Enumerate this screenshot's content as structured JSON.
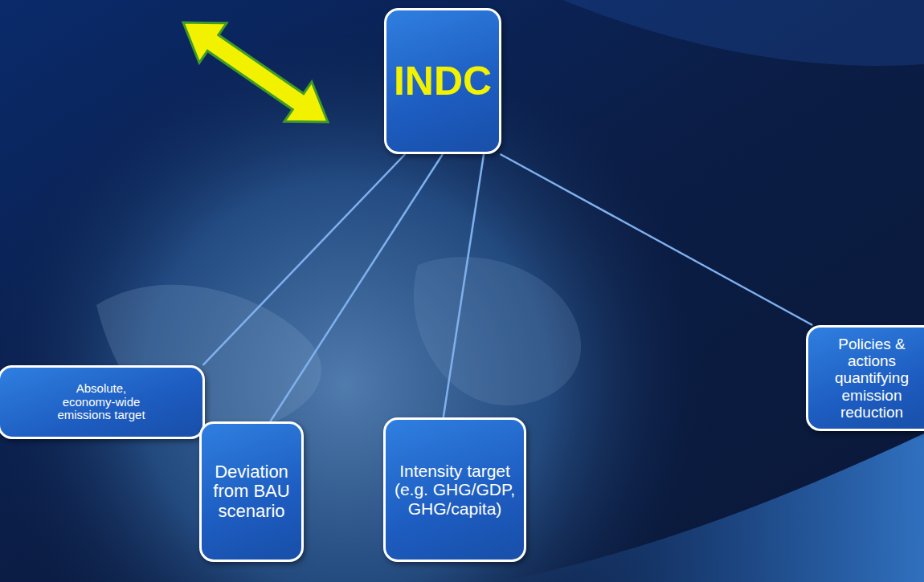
{
  "diagram": {
    "nodes": [
      {
        "text": [
          "INDC"
        ]
      },
      {
        "text": [
          "Absolute, economy-wide emissions target"
        ]
      },
      {
        "text": [
          "Deviation from BAU scenario"
        ]
      },
      {
        "text": [
          "Intensity target (e.g. GHG/GDP, GHG/capita)"
        ]
      },
      {
        "text": [
          "Policies & actions quantifying emission reduction"
        ]
      }
    ],
    "edges": [
      {
        "from": 0,
        "to": 1,
        "arrow": "none"
      },
      {
        "from": 0,
        "to": 2,
        "arrow": "none"
      },
      {
        "from": 0,
        "to": 3,
        "arrow": "none"
      },
      {
        "from": 0,
        "to": 4,
        "arrow": "none"
      }
    ]
  }
}
